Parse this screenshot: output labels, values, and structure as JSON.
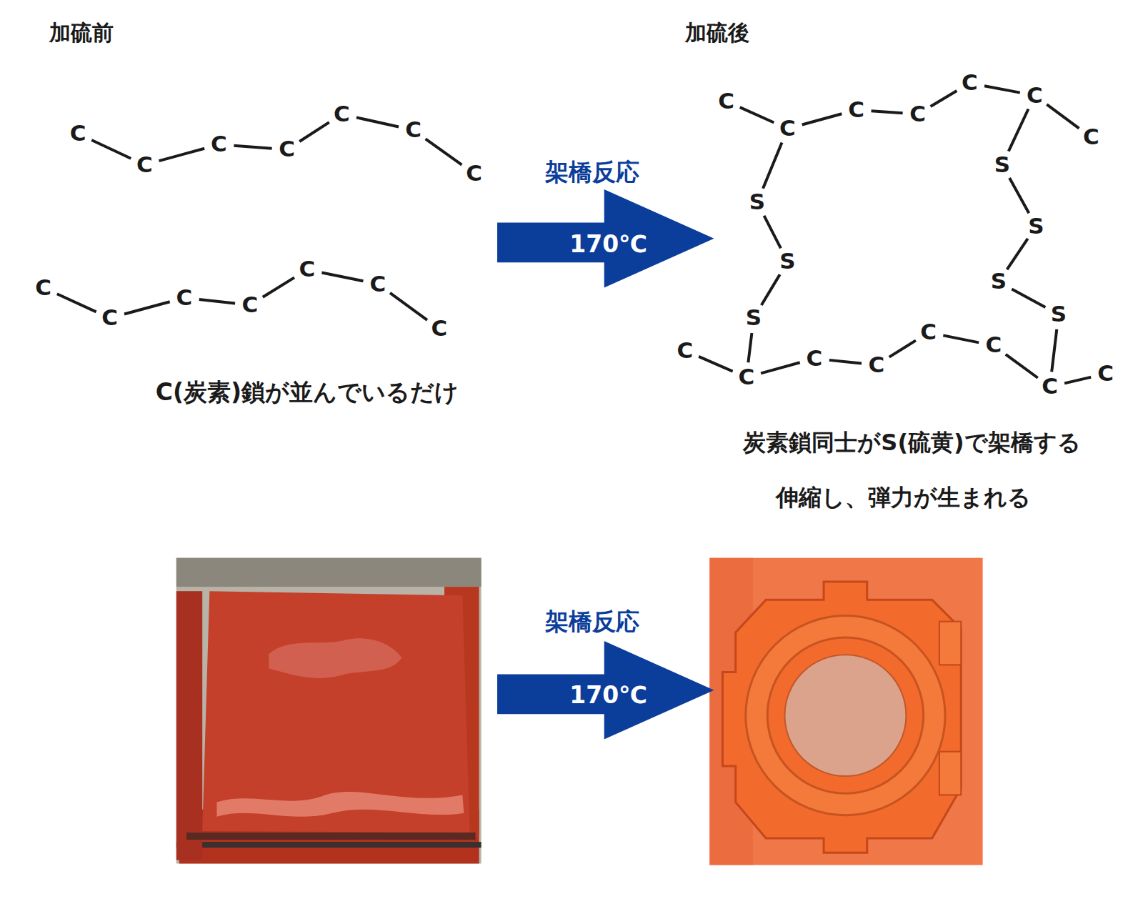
{
  "diagram": {
    "nodes": [
      {
        "text": [
          "架橋反応",
          "170℃"
        ]
      },
      {
        "text": [
          "架橋反応",
          "170℃"
        ]
      }
    ],
    "labels": [
      "加硫前",
      "C",
      "C",
      "C",
      "C",
      "C",
      "C",
      "C",
      "C",
      "C",
      "C",
      "C",
      "C",
      "C",
      "C",
      "C(炭素)鎖が並んでいるだけ",
      "加硫後",
      "C",
      "C",
      "C",
      "C",
      "C",
      "C",
      "C",
      "S",
      "S",
      "S",
      "S",
      "S",
      "S",
      "S",
      "C",
      "C",
      "C",
      "C",
      "C",
      "C",
      "C",
      "C",
      "炭素鎖同士がS(硫黄)で架橋する",
      "伸縮し、弾力が生まれる"
    ]
  }
}
